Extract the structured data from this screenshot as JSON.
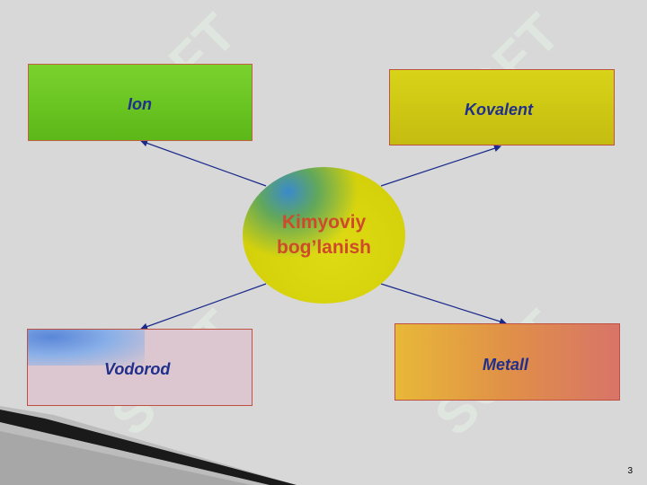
{
  "center": {
    "line1": "Kimyoviy",
    "line2": "bog’lanish"
  },
  "boxes": {
    "ion": "Ion",
    "kovalent": "Kovalent",
    "vodorod": "Vodorod",
    "metall": "Metall"
  },
  "watermark": "SOFT",
  "page_number": "3",
  "colors": {
    "label_text": "#1f2f8c",
    "center_text": "#cf4a2a",
    "arrow": "#1a2a8a",
    "background": "#d8d8d8"
  }
}
